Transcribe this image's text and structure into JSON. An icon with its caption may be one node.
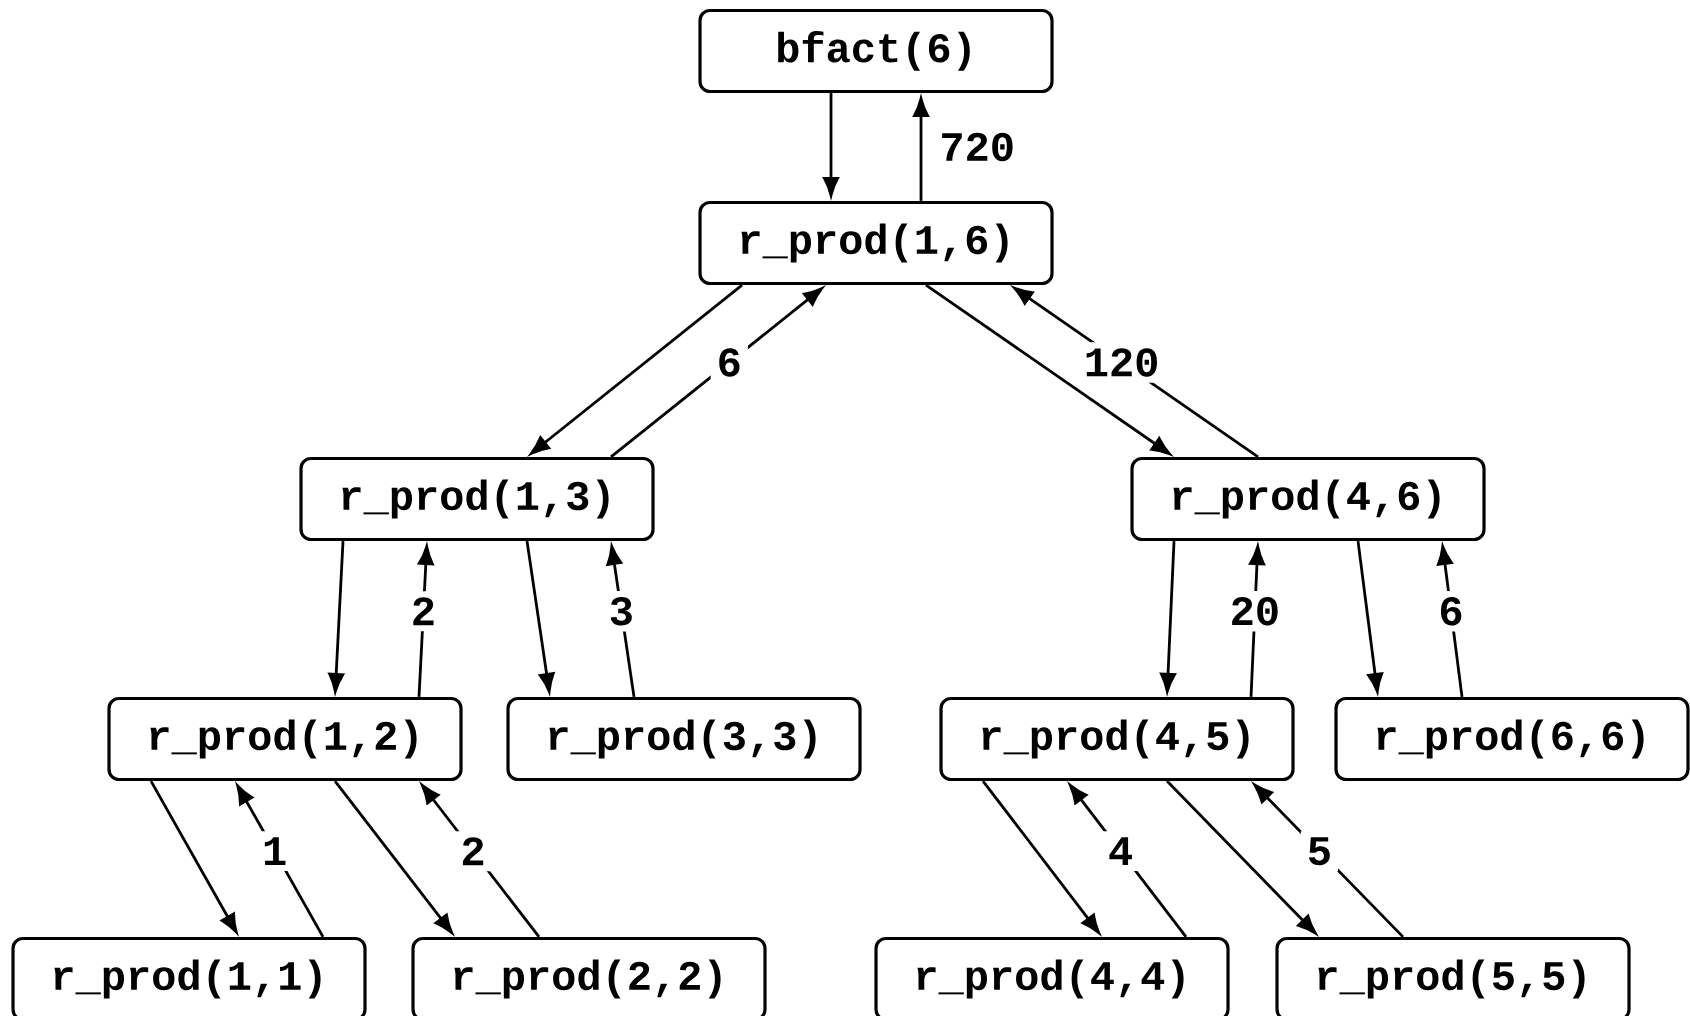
{
  "diagram": {
    "nodes": [
      {
        "text": [
          "bfact(6)"
        ]
      },
      {
        "text": [
          "r_prod(1,6)"
        ]
      },
      {
        "text": [
          "r_prod(1,3)"
        ]
      },
      {
        "text": [
          "r_prod(4,6)"
        ]
      },
      {
        "text": [
          "r_prod(1,2)"
        ]
      },
      {
        "text": [
          "r_prod(3,3)"
        ]
      },
      {
        "text": [
          "r_prod(4,5)"
        ]
      },
      {
        "text": [
          "r_prod(6,6)"
        ]
      },
      {
        "text": [
          "r_prod(1,1)"
        ]
      },
      {
        "text": [
          "r_prod(2,2)"
        ]
      },
      {
        "text": [
          "r_prod(4,4)"
        ]
      },
      {
        "text": [
          "r_prod(5,5)"
        ]
      }
    ],
    "edges": [
      {
        "from": 0,
        "to": 1,
        "arrow": "to"
      },
      {
        "from": 1,
        "to": 0,
        "arrow": "to",
        "label": "720"
      },
      {
        "from": 1,
        "to": 2,
        "arrow": "to"
      },
      {
        "from": 2,
        "to": 1,
        "arrow": "to",
        "label": "6"
      },
      {
        "from": 1,
        "to": 3,
        "arrow": "to"
      },
      {
        "from": 3,
        "to": 1,
        "arrow": "to",
        "label": "120"
      },
      {
        "from": 2,
        "to": 4,
        "arrow": "to"
      },
      {
        "from": 4,
        "to": 2,
        "arrow": "to",
        "label": "2"
      },
      {
        "from": 2,
        "to": 5,
        "arrow": "to"
      },
      {
        "from": 5,
        "to": 2,
        "arrow": "to",
        "label": "3"
      },
      {
        "from": 3,
        "to": 6,
        "arrow": "to"
      },
      {
        "from": 6,
        "to": 3,
        "arrow": "to",
        "label": "20"
      },
      {
        "from": 3,
        "to": 7,
        "arrow": "to"
      },
      {
        "from": 7,
        "to": 3,
        "arrow": "to",
        "label": "6"
      },
      {
        "from": 4,
        "to": 8,
        "arrow": "to"
      },
      {
        "from": 8,
        "to": 4,
        "arrow": "to",
        "label": "1"
      },
      {
        "from": 4,
        "to": 9,
        "arrow": "to"
      },
      {
        "from": 9,
        "to": 4,
        "arrow": "to",
        "label": "2"
      },
      {
        "from": 6,
        "to": 10,
        "arrow": "to"
      },
      {
        "from": 10,
        "to": 6,
        "arrow": "to",
        "label": "4"
      },
      {
        "from": 6,
        "to": 11,
        "arrow": "to"
      },
      {
        "from": 11,
        "to": 6,
        "arrow": "to",
        "label": "5"
      }
    ]
  }
}
